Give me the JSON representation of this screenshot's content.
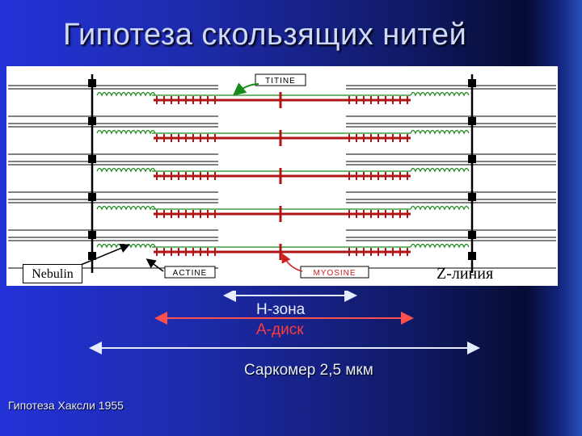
{
  "slide": {
    "title": "Гипотеза скользящих нитей",
    "footer": "Гипотеза Хаксли 1955"
  },
  "diagram": {
    "labels": {
      "titine": "TITINE",
      "actine": "ACTINE",
      "myosine": "MYOSINE",
      "nebulin": "Nebulin",
      "z_line": "Z-линия"
    },
    "colors": {
      "myosin": "#b01414",
      "titin": "#1a8a1a",
      "actin": "#000000",
      "myosin_label": "#d02020"
    },
    "unit_count": 5
  },
  "measurements": {
    "h_zone": "H-зона",
    "a_disk": "A-диск",
    "sarcomere": "Саркомер 2,5 мкм"
  }
}
